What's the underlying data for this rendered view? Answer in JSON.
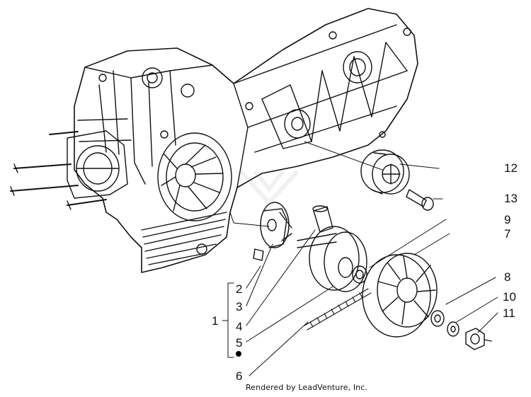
{
  "callouts": {
    "c1": "1",
    "c2": "2",
    "c3": "3",
    "c4": "4",
    "c5": "5",
    "c6": "6",
    "c7": "7",
    "c8": "8",
    "c9": "9",
    "c10": "10",
    "c11": "11",
    "c12": "12",
    "c13": "13"
  },
  "footer": "Rendered by LeadVenture, Inc.",
  "colors": {
    "line": "#111111",
    "background": "#ffffff"
  },
  "icons": {
    "bullet": "filled-dot-icon",
    "watermark": "leadventure-logo-icon"
  }
}
